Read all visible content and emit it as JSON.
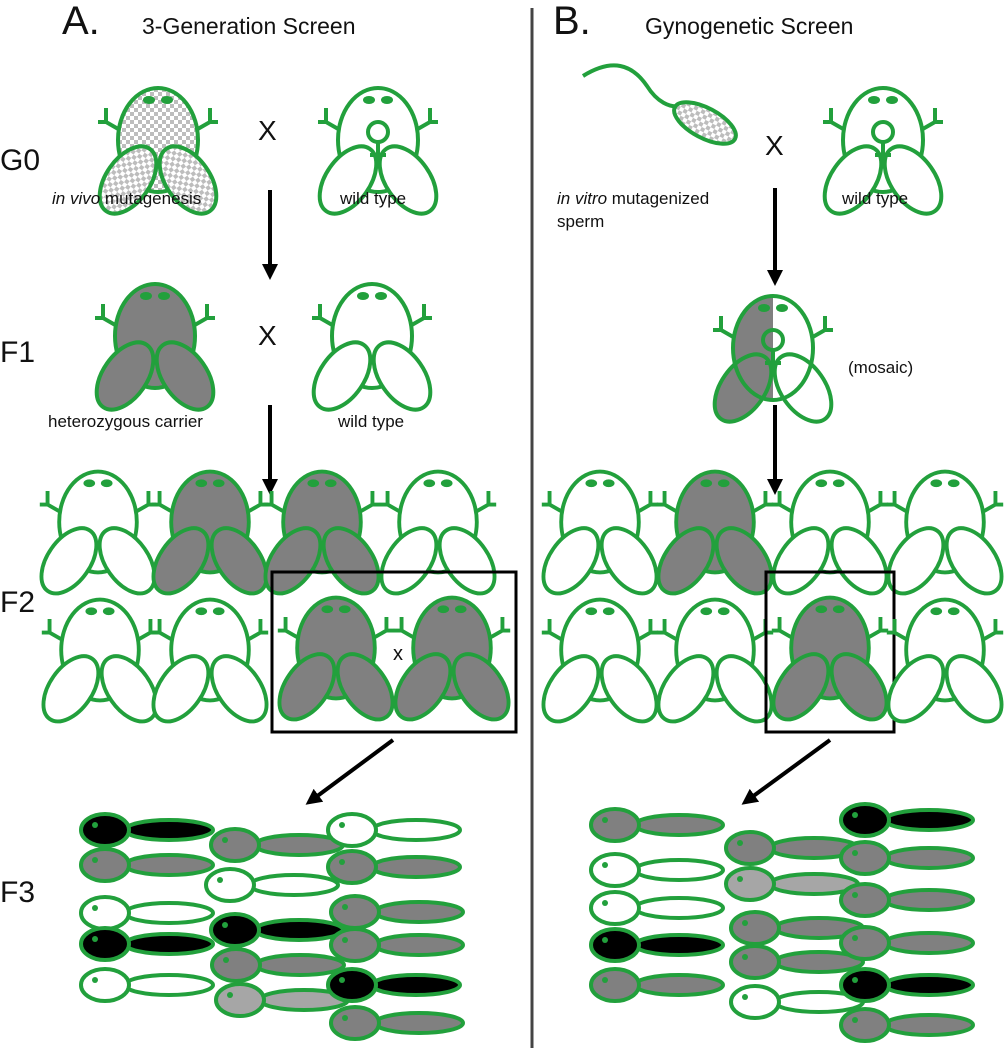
{
  "colors": {
    "outline": "#22a03c",
    "mutant_gray": "#808080",
    "light_gray": "#a6a6a6",
    "black": "#000000",
    "white": "#ffffff",
    "text": "#111111"
  },
  "icons": {
    "frog": "frog-icon",
    "tadpole": "tadpole-icon",
    "sperm": "sperm-icon",
    "female_symbol": "female-symbol-icon",
    "arrow": "arrow-down-icon"
  },
  "panelA": {
    "letter": "A.",
    "title": "3-Generation Screen",
    "g0_left_caption_italic": "in vivo",
    "g0_left_caption_rest": " mutagenesis",
    "g0_right_caption": "wild type",
    "f1_left_caption": "heterozygous carrier",
    "f1_right_caption": "wild type",
    "cross_symbol": "X",
    "box_cross_symbol": "x"
  },
  "panelB": {
    "letter": "B.",
    "title": "Gynogenetic Screen",
    "g0_left_caption_italic": "in vitro",
    "g0_left_caption_rest": " mutagenized",
    "g0_left_caption_line2": "sperm",
    "g0_right_caption": "wild type",
    "f1_caption": "(mosaic)",
    "cross_symbol": "X"
  },
  "generations": {
    "g0": "G0",
    "f1": "F1",
    "f2": "F2",
    "f3": "F3"
  },
  "tadpole_fill_key": {
    "B": "black",
    "G": "mutant_gray",
    "L": "light_gray",
    "W": "white"
  },
  "f3_tadpoles": {
    "panelA": [
      "B",
      "G",
      "W",
      "B",
      "W",
      "G",
      "W",
      "B",
      "G",
      "L",
      "W",
      "G",
      "G",
      "G",
      "B",
      "G"
    ],
    "panelB": [
      "G",
      "W",
      "W",
      "B",
      "G",
      "G",
      "L",
      "G",
      "G",
      "W",
      "B",
      "G",
      "G",
      "G",
      "B",
      "G"
    ]
  }
}
